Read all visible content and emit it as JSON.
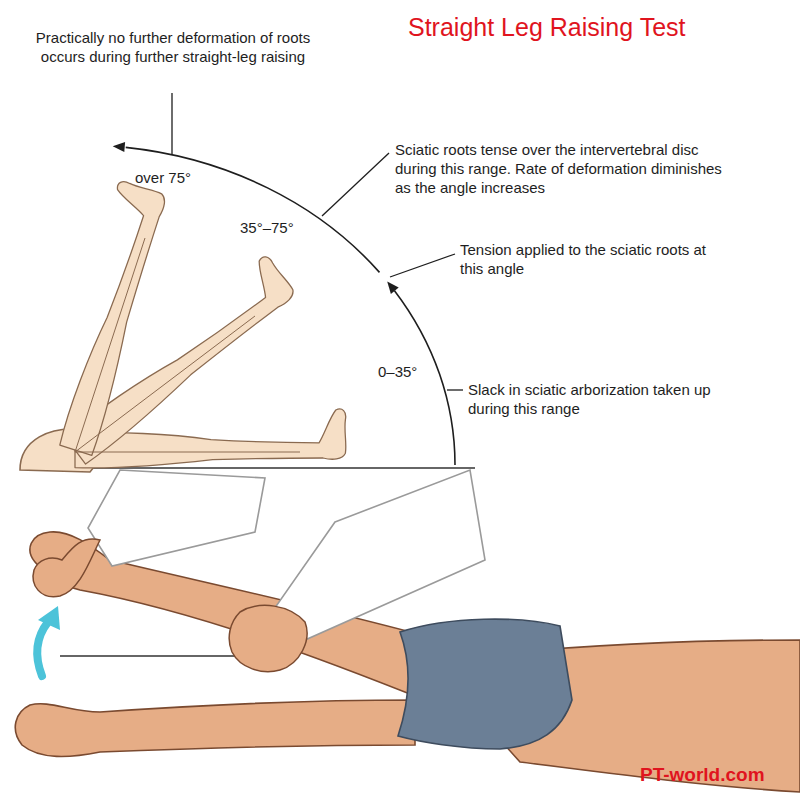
{
  "diagram": {
    "title": "Straight Leg Raising Test",
    "labels": [
      "Practically no further deformation of roots occurs during further straight-leg raising",
      "over 75°",
      "Sciatic roots tense over the intervertebral disc during this range. Rate of deformation diminishes as the angle increases",
      "35°–75°",
      "Tension applied to the sciatic roots at this angle",
      "0–35°",
      "Slack in sciatic arborization taken up during this range",
      "PT-world.com"
    ]
  }
}
